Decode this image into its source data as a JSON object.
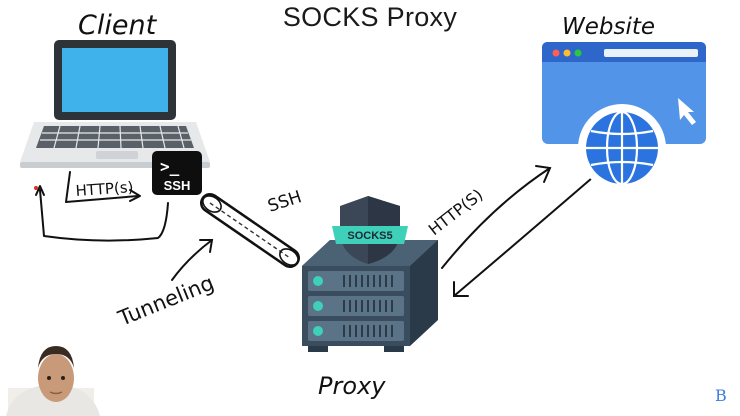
{
  "diagram": {
    "title": "SOCKS Proxy",
    "nodes": {
      "client": {
        "label": "Client"
      },
      "ssh_badge": {
        "prompt": ">_",
        "label": "SSH"
      },
      "website": {
        "label": "Website"
      },
      "proxy": {
        "label": "Proxy",
        "shield_label": "SOCKS5"
      }
    },
    "annotations": {
      "client_protocol": "HTTP(s)",
      "tunnel_protocol": "SSH",
      "tunneling": "Tunneling",
      "proxy_protocol": "HTTP(S)"
    },
    "brand_mark": "B"
  },
  "colors": {
    "laptop_screen": "#3fb2ec",
    "laptop_body": "#e6e8ea",
    "laptop_keys": "#5a6068",
    "browser_bar": "#2f66c9",
    "browser_body": "#5295e8",
    "globe": "#2b74e0",
    "server": "#3a4d5f",
    "server_accent": "#3ed0b8",
    "shield": "#3b4656"
  }
}
